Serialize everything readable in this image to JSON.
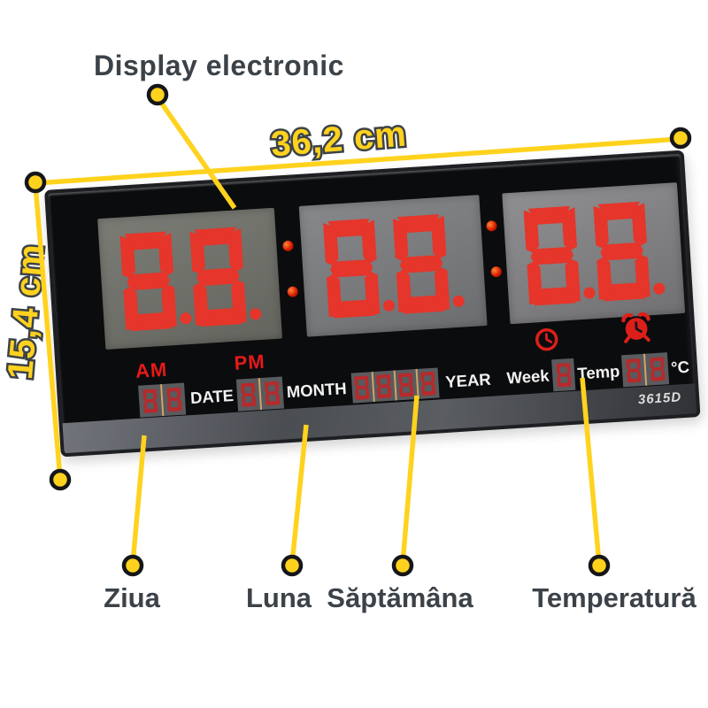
{
  "annotations": {
    "display_callout": {
      "label": "Display electronic"
    },
    "width_dimension": {
      "label": "36,2 cm"
    },
    "height_dimension": {
      "label": "15,4 cm"
    },
    "part_callouts": [
      {
        "label": "Ziua"
      },
      {
        "label": "Luna"
      },
      {
        "label": "Săptămâna"
      },
      {
        "label": "Temperatură"
      }
    ],
    "colors": {
      "accent_yellow": "#FFD21E",
      "text_dark": "#3B4248"
    }
  },
  "clock": {
    "model": "3615D",
    "time_digits": [
      "88",
      "88",
      "88"
    ],
    "am_label": "AM",
    "pm_label": "PM",
    "icons": [
      {
        "name": "clock-icon"
      },
      {
        "name": "alarm-icon"
      }
    ],
    "bottom": {
      "date_digits": "88",
      "date_label": "DATE",
      "month_digits": "88",
      "month_label": "MONTH",
      "year_digits": "8888",
      "year_label": "YEAR",
      "week_label": "Week",
      "week_digits": "8",
      "temp_label": "Temp",
      "temp_digits": "88",
      "unit_label": "°C"
    },
    "colors": {
      "digit_red": "#E6352A",
      "led_red": "#E51A1A",
      "label_white": "#F2F2F2",
      "panel_grey": "#75766F",
      "body_black": "#0B0C0E"
    }
  }
}
